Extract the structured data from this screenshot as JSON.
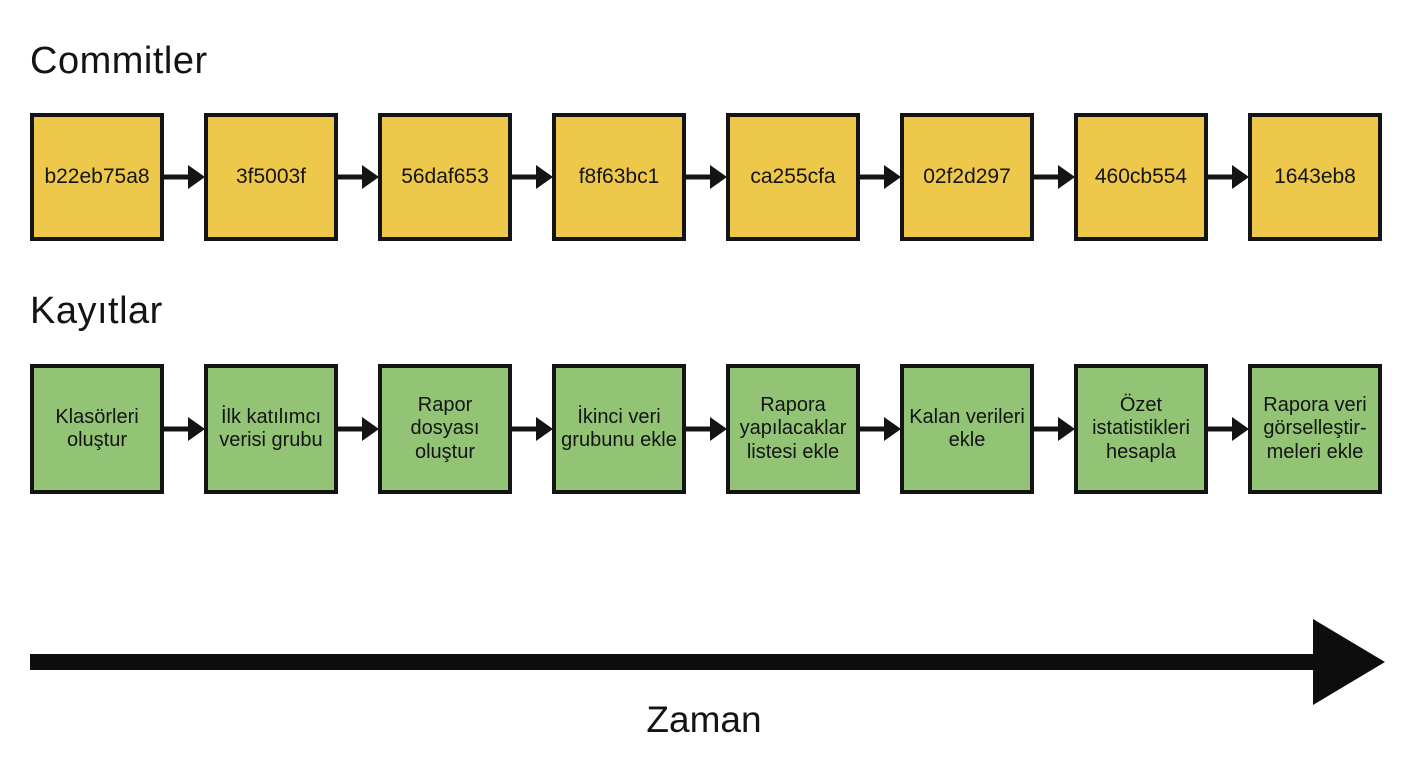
{
  "commits": {
    "title": "Commitler",
    "items": [
      "b22eb75a8",
      "3f5003f",
      "56daf653",
      "f8f63bc1",
      "ca255cfa",
      "02f2d297",
      "460cb554",
      "1643eb8"
    ]
  },
  "records": {
    "title": "Kayıtlar",
    "items": [
      "Klasörleri oluştur",
      "İlk katılımcı verisi grubu",
      "Rapor dosyası oluştur",
      "İkinci veri grubunu ekle",
      "Rapora yapılacaklar listesi ekle",
      "Kalan verileri ekle",
      "Özet istatistikleri hesapla",
      "Rapora veri görselleştir-meleri ekle"
    ]
  },
  "timeline": {
    "label": "Zaman"
  },
  "colors": {
    "commit_box": "#edc84b",
    "record_box": "#93c476",
    "outline": "#141414",
    "background": "#ffffff"
  }
}
